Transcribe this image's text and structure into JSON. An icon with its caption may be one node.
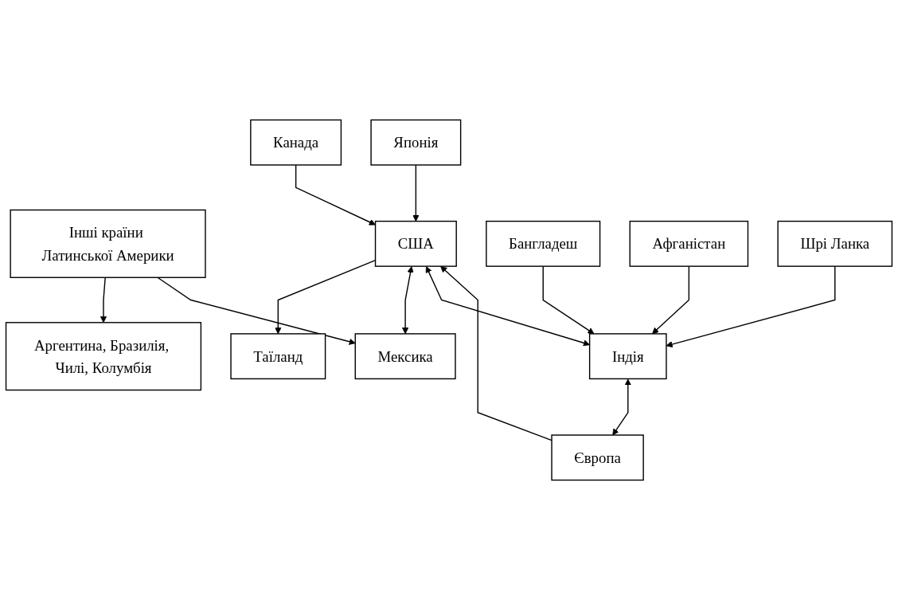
{
  "diagram": {
    "nodes": [
      {
        "text": [
          "Інші країни Латинської Америки"
        ]
      },
      {
        "text": [
          "Канада"
        ]
      },
      {
        "text": [
          "Європа"
        ]
      },
      {
        "text": [
          "Аргентина, Бразилія, Чилі, Колумбія"
        ]
      },
      {
        "text": [
          "Японія"
        ]
      },
      {
        "text": [
          "Таїланд"
        ]
      },
      {
        "text": [
          "Мексика"
        ]
      },
      {
        "text": [
          "США"
        ]
      },
      {
        "text": [
          "Бангладеш"
        ]
      },
      {
        "text": [
          "Афганістан"
        ]
      },
      {
        "text": [
          "Індія"
        ]
      },
      {
        "text": [
          "Шрі Ланка"
        ]
      }
    ],
    "edges": [
      {
        "from": 0,
        "to": 3,
        "arrow": "to"
      },
      {
        "from": 0,
        "to": 6,
        "arrow": "to"
      },
      {
        "from": 1,
        "to": 7,
        "arrow": "to"
      },
      {
        "from": 2,
        "to": 7,
        "arrow": "to"
      },
      {
        "from": 4,
        "to": 7,
        "arrow": "to"
      },
      {
        "from": 7,
        "to": 5,
        "arrow": "to"
      },
      {
        "from": 6,
        "to": 7,
        "arrow": "both"
      },
      {
        "from": 7,
        "to": 10,
        "arrow": "both"
      },
      {
        "from": 10,
        "to": 2,
        "arrow": "both"
      },
      {
        "from": 8,
        "to": 10,
        "arrow": "to"
      },
      {
        "from": 9,
        "to": 10,
        "arrow": "to"
      },
      {
        "from": 11,
        "to": 10,
        "arrow": "to"
      }
    ]
  }
}
